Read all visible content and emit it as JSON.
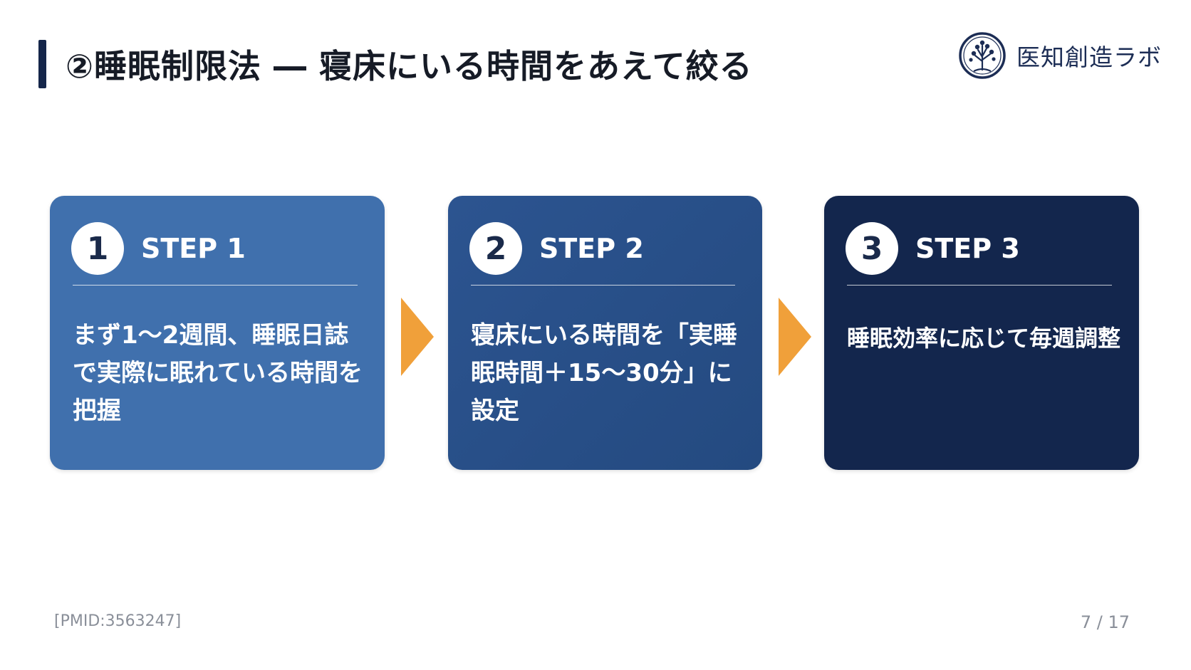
{
  "header": {
    "title": "②睡眠制限法 ― 寝床にいる時間をあえて絞る"
  },
  "brand": {
    "logo_icon": "tree-logo-icon",
    "name": "医知創造ラボ"
  },
  "steps": [
    {
      "number": "1",
      "label": "STEP 1",
      "text": "まず1〜2週間、睡眠日誌で実際に眠れている時間を把握",
      "color": "#4070ad"
    },
    {
      "number": "2",
      "label": "STEP 2",
      "text": "寝床にいる時間を「実睡眠時間＋15〜30分」に設定",
      "color": "#2c5490"
    },
    {
      "number": "3",
      "label": "STEP 3",
      "text": "睡眠効率に応じて毎週調整",
      "color": "#13264d"
    }
  ],
  "arrows": {
    "icon": "chevron-right-icon",
    "color": "#f0a03a"
  },
  "footer": {
    "citation": "[PMID:3563247]",
    "page": "7 / 17"
  }
}
